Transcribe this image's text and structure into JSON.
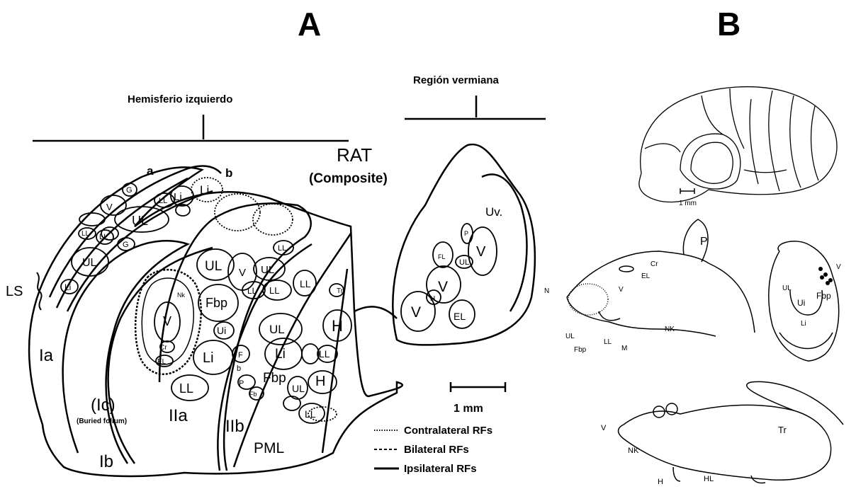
{
  "panel_a": {
    "letter": "A",
    "header_left": "Hemisferio izquierdo",
    "header_right": "Región vermiana",
    "species": "RAT",
    "species_note": "(Composite)",
    "lobule_labels": {
      "ls": "LS",
      "a": "a",
      "b": "b",
      "ia": "Ia",
      "ib": "Ib",
      "ic": "(Ic)",
      "ic_note": "(Buried folium)",
      "iia": "IIa",
      "iib": "IIb",
      "pml": "PML"
    },
    "scale_bar": "1 mm",
    "legend": [
      "Contralateral RFs",
      "Bilateral RFs",
      "Ipsilateral RFs"
    ],
    "region_labels": {
      "UL": "UL",
      "LL": "LL",
      "Li": "Li",
      "V": "V",
      "G": "G",
      "Fbp": "Fbp",
      "Ui": "Ui",
      "H": "H",
      "Tr": "Tr",
      "Uv": "Uv.",
      "P": "P",
      "EL": "EL",
      "Cr": "Cr",
      "Nk": "Nk",
      "F": "F",
      "b": "b",
      "FL": "FL",
      "Fb": "Fb"
    }
  },
  "panel_b": {
    "letter": "B",
    "brain_scale": "1 mm",
    "head_labels": [
      "N",
      "V",
      "Cr",
      "EL",
      "P",
      "UL",
      "Fbp",
      "LL",
      "M",
      "NK"
    ],
    "face_labels": [
      "V",
      "UL",
      "Ui",
      "Fbp",
      "Li"
    ],
    "body_labels": [
      "Tr",
      "V",
      "NK",
      "H",
      "HL"
    ]
  }
}
